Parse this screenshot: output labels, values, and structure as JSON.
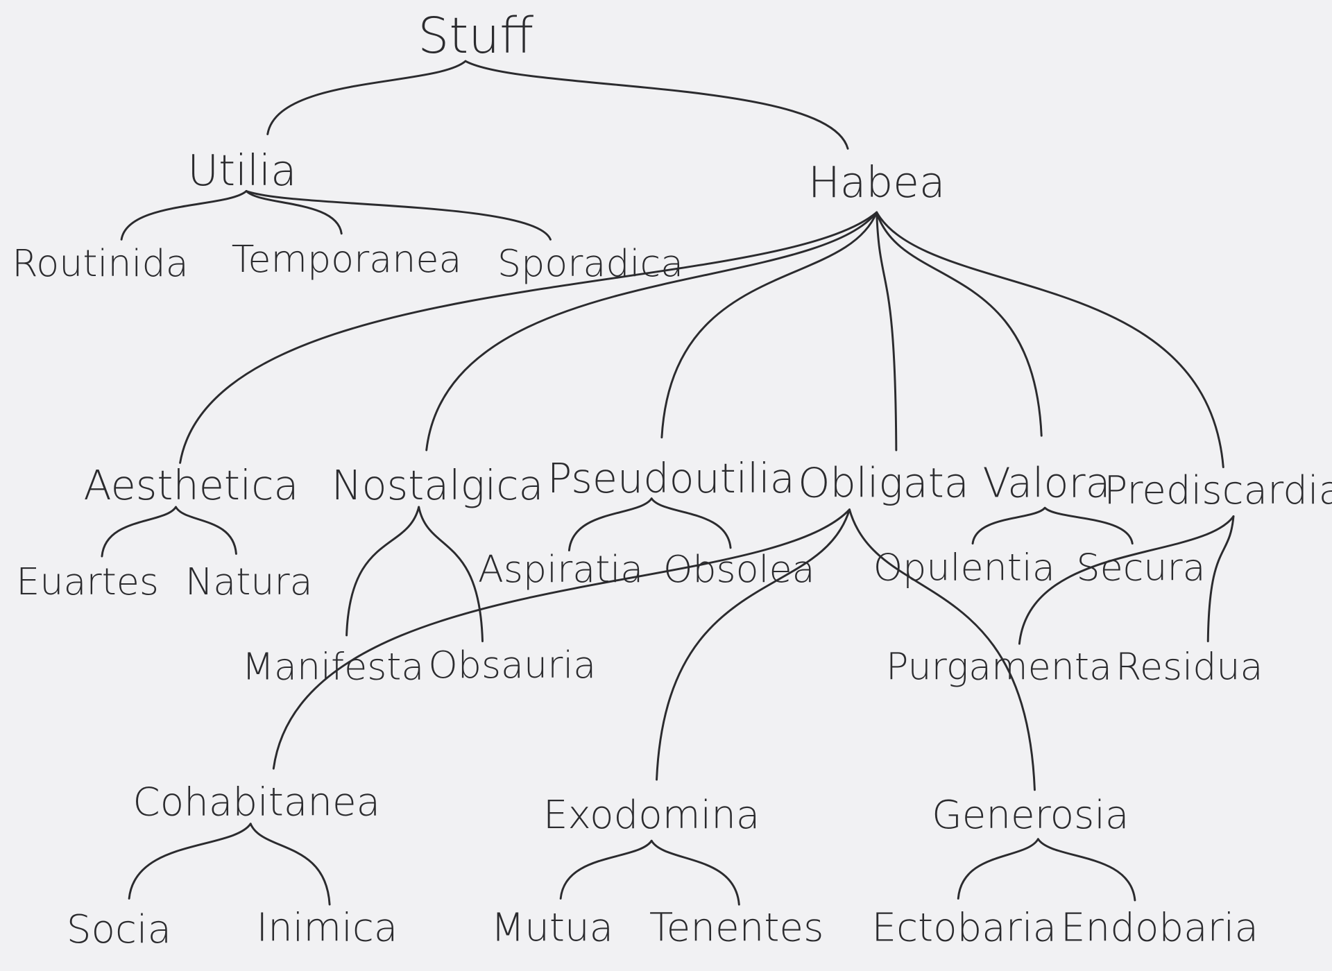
{
  "colors": {
    "ink": "#2b2b2e",
    "paper": "#f1f1f3"
  },
  "tree": {
    "stuff": {
      "label": "Stuff",
      "children": [
        "utilia",
        "habea"
      ]
    },
    "utilia": {
      "label": "Utilia",
      "children": [
        "routinida",
        "temporanea",
        "sporadica"
      ]
    },
    "habea": {
      "label": "Habea",
      "children": [
        "aesthetica",
        "nostalgica",
        "pseudoutilia",
        "obligata",
        "valora",
        "prediscardia"
      ]
    },
    "routinida": {
      "label": "Routinida",
      "children": []
    },
    "temporanea": {
      "label": "Temporanea",
      "children": []
    },
    "sporadica": {
      "label": "Sporadica",
      "children": []
    },
    "aesthetica": {
      "label": "Aesthetica",
      "children": [
        "euartes",
        "natura"
      ]
    },
    "nostalgica": {
      "label": "Nostalgica",
      "children": [
        "manifesta",
        "obsauria"
      ]
    },
    "pseudoutilia": {
      "label": "Pseudoutilia",
      "children": [
        "aspiratia",
        "obsolea"
      ]
    },
    "obligata": {
      "label": "Obligata",
      "children": [
        "cohabitanea",
        "exodomina",
        "generosia"
      ]
    },
    "valora": {
      "label": "Valora",
      "children": [
        "opulentia",
        "secura"
      ]
    },
    "prediscardia": {
      "label": "Prediscardia",
      "children": [
        "purgamenta",
        "residua"
      ]
    },
    "euartes": {
      "label": "Euartes",
      "children": []
    },
    "natura": {
      "label": "Natura",
      "children": []
    },
    "manifesta": {
      "label": "Manifesta",
      "children": []
    },
    "obsauria": {
      "label": "Obsauria",
      "children": []
    },
    "aspiratia": {
      "label": "Aspiratia",
      "children": []
    },
    "obsolea": {
      "label": "Obsolea",
      "children": []
    },
    "opulentia": {
      "label": "Opulentia",
      "children": []
    },
    "secura": {
      "label": "Secura",
      "children": []
    },
    "purgamenta": {
      "label": "Purgamenta",
      "children": []
    },
    "residua": {
      "label": "Residua",
      "children": []
    },
    "cohabitanea": {
      "label": "Cohabitanea",
      "children": [
        "socia",
        "inimica"
      ]
    },
    "exodomina": {
      "label": "Exodomina",
      "children": [
        "mutua",
        "tenentes"
      ]
    },
    "generosia": {
      "label": "Generosia",
      "children": [
        "ectobaria",
        "endobaria"
      ]
    },
    "socia": {
      "label": "Socia",
      "children": []
    },
    "inimica": {
      "label": "Inimica",
      "children": []
    },
    "mutua": {
      "label": "Mutua",
      "children": []
    },
    "tenentes": {
      "label": "Tenentes",
      "children": []
    },
    "ectobaria": {
      "label": "Ectobaria",
      "children": []
    },
    "endobaria": {
      "label": "Endobaria",
      "children": []
    }
  }
}
